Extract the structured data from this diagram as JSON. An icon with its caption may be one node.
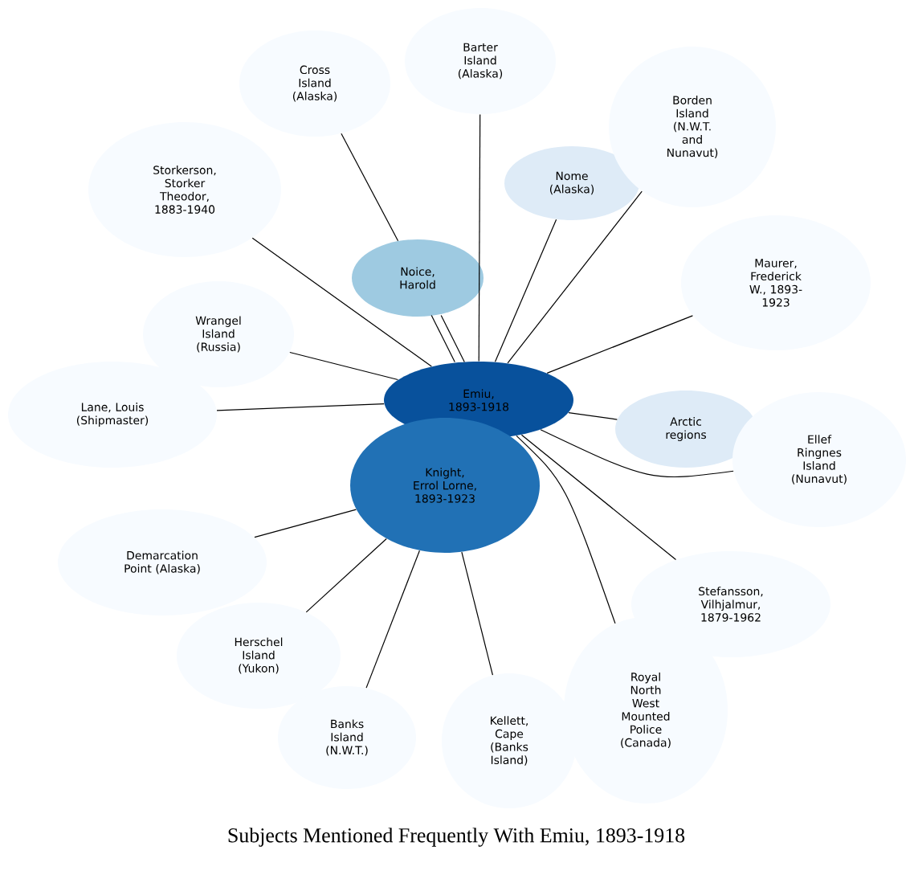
{
  "diagram": {
    "title": "Subjects Mentioned Frequently With Emiu, 1893-1918",
    "nodes": [
      {
        "text": [
          "Emiu, 1893-1918"
        ]
      },
      {
        "text": [
          "Knight, Errol Lorne, 1893-1923"
        ]
      },
      {
        "text": [
          "Noice, Harold"
        ]
      },
      {
        "text": [
          "Nome (Alaska)"
        ]
      },
      {
        "text": [
          "Arctic regions"
        ]
      },
      {
        "text": [
          "Cross Island (Alaska)"
        ]
      },
      {
        "text": [
          "Barter Island (Alaska)"
        ]
      },
      {
        "text": [
          "Borden Island (N.W.T. and Nunavut)"
        ]
      },
      {
        "text": [
          "Storkerson, Storker Theodor, 1883-1940"
        ]
      },
      {
        "text": [
          "Maurer, Frederick W., 1893-1923"
        ]
      },
      {
        "text": [
          "Wrangel Island (Russia)"
        ]
      },
      {
        "text": [
          "Lane, Louis (Shipmaster)"
        ]
      },
      {
        "text": [
          "Ellef Ringnes Island (Nunavut)"
        ]
      },
      {
        "text": [
          "Demarcation Point (Alaska)"
        ]
      },
      {
        "text": [
          "Stefansson, Vilhjalmur, 1879-1962"
        ]
      },
      {
        "text": [
          "Herschel Island (Yukon)"
        ]
      },
      {
        "text": [
          "Royal North West Mounted Police (Canada)"
        ]
      },
      {
        "text": [
          "Banks Island (N.W.T.)"
        ]
      },
      {
        "text": [
          "Kellett, Cape (Banks Island)"
        ]
      }
    ],
    "edges": [
      {
        "from": 0,
        "to": 2,
        "arrow": "none"
      },
      {
        "from": 0,
        "to": 2,
        "arrow": "none"
      },
      {
        "from": 0,
        "to": 3,
        "arrow": "none"
      },
      {
        "from": 0,
        "to": 4,
        "arrow": "none"
      },
      {
        "from": 2,
        "to": 5,
        "arrow": "none"
      },
      {
        "from": 0,
        "to": 6,
        "arrow": "none"
      },
      {
        "from": 0,
        "to": 7,
        "arrow": "none"
      },
      {
        "from": 0,
        "to": 8,
        "arrow": "none"
      },
      {
        "from": 0,
        "to": 9,
        "arrow": "none"
      },
      {
        "from": 0,
        "to": 10,
        "arrow": "none"
      },
      {
        "from": 0,
        "to": 11,
        "arrow": "none"
      },
      {
        "from": 0,
        "to": 12,
        "arrow": "none"
      },
      {
        "from": 1,
        "to": 13,
        "arrow": "none"
      },
      {
        "from": 0,
        "to": 14,
        "arrow": "none"
      },
      {
        "from": 1,
        "to": 15,
        "arrow": "none"
      },
      {
        "from": 0,
        "to": 16,
        "arrow": "none"
      },
      {
        "from": 1,
        "to": 17,
        "arrow": "none"
      },
      {
        "from": 1,
        "to": 18,
        "arrow": "none"
      }
    ]
  }
}
